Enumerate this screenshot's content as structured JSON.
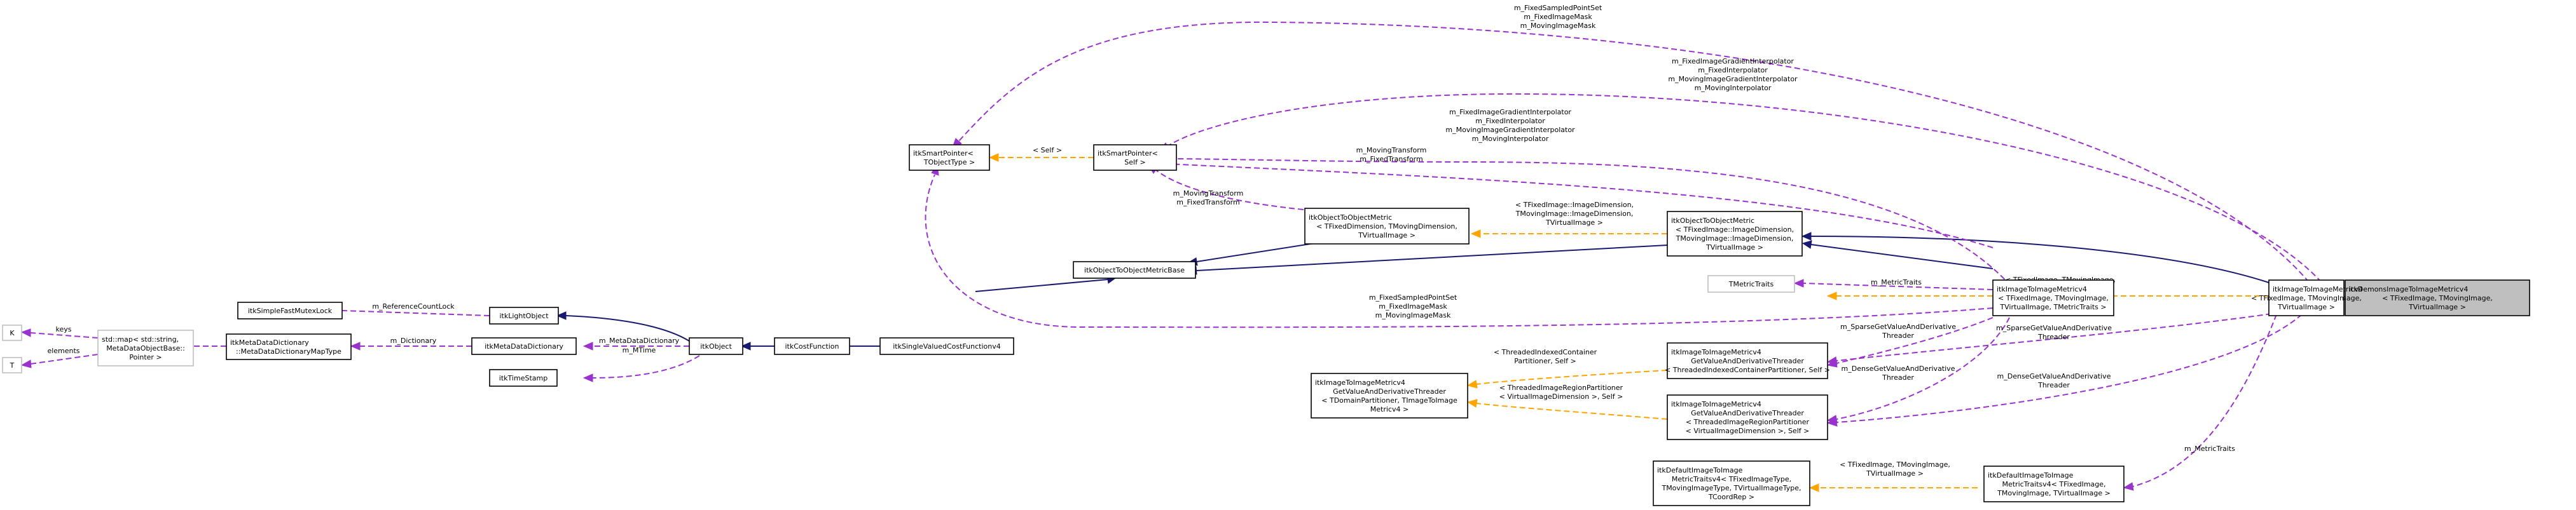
{
  "nodes": {
    "demons": [
      "itkDemonsImageToImageMetricv4",
      "< TFixedImage, TMovingImage,",
      "TVirtualImage >"
    ],
    "itiv4": [
      "itkImageToImageMetricv4",
      "< TFixedImage, TMovingImage,",
      "TVirtualImage >"
    ],
    "itiv4_traits": [
      "itkImageToImageMetricv4",
      "< TFixedImage, TMovingImage,",
      "TVirtualImage, TMetricTraits >"
    ],
    "otom_big": [
      "itkObjectToObjectMetric",
      "< TFixedImage::ImageDimension,",
      "TMovingImage::ImageDimension,",
      "TVirtualImage >"
    ],
    "otom": [
      "itkObjectToObjectMetric",
      "< TFixedDimension, TMovingDimension,",
      "TVirtualImage >"
    ],
    "otombase": [
      "itkObjectToObjectMetricBase"
    ],
    "sp_self": [
      "itkSmartPointer<",
      "Self >"
    ],
    "sp_obj": [
      "itkSmartPointer<",
      "TObjectType >"
    ],
    "svcf": [
      "itkSingleValuedCostFunctionv4"
    ],
    "costfn": [
      "itkCostFunction"
    ],
    "object": [
      "itkObject"
    ],
    "lightobj": [
      "itkLightObject"
    ],
    "mutex": [
      "itkSimpleFastMutexLock"
    ],
    "mdd": [
      "itkMetaDataDictionary"
    ],
    "timestamp": [
      "itkTimeStamp"
    ],
    "stdmap": [
      "itkMetaDataDictionary",
      "::MetaDataDictionaryMapType"
    ],
    "stdmap2": [
      "std::map< std::string,",
      "MetaDataObjectBase::",
      "Pointer >"
    ],
    "K": [
      "K"
    ],
    "T": [
      "T"
    ],
    "metrictraits": [
      "TMetricTraits"
    ],
    "sparse_t": [
      "itkImageToImageMetricv4",
      "GetValueAndDerivativeThreader",
      "< ThreadedIndexedContainerPartitioner, Self >"
    ],
    "dense_t": [
      "itkImageToImageMetricv4",
      "GetValueAndDerivativeThreader",
      "< ThreadedImageRegionPartitioner",
      "< VirtualImageDimension >, Self >"
    ],
    "generic_t": [
      "itkImageToImageMetricv4",
      "GetValueAndDerivativeThreader",
      "< TDomainPartitioner, TImageToImage",
      "Metricv4 >"
    ],
    "deftraits": [
      "itkDefaultImageToImage",
      "MetricTraitsv4< TFixedImage,",
      "TMovingImage, TVirtualImage >"
    ],
    "deftraits_g": [
      "itkDefaultImageToImage",
      "MetricTraitsv4< TFixedImageType,",
      "TMovingImageType, TVirtualImageType,",
      "TCoordRep >"
    ]
  },
  "edge_labels": {
    "fixed_sampled_top": [
      "m_FixedSampledPointSet",
      "m_FixedImageMask",
      "m_MovingImageMask"
    ],
    "interp_top": [
      "m_FixedImageGradientInterpolator",
      "m_FixedInterpolator",
      "m_MovingImageGradientInterpolator",
      "m_MovingInterpolator"
    ],
    "interp_mid": [
      "m_FixedImageGradientInterpolator",
      "m_FixedInterpolator",
      "m_MovingImageGradientInterpolator",
      "m_MovingInterpolator"
    ],
    "transform_a": [
      "m_MovingTransform",
      "m_FixedTransform"
    ],
    "transform_b": [
      "m_MovingTransform",
      "m_FixedTransform"
    ],
    "self_tpl": [
      "< Self >"
    ],
    "otom_tpl": [
      "< TFixedImage::ImageDimension,",
      "TMovingImage::ImageDimension,",
      "TVirtualImage >"
    ],
    "itiv4_tpl": [
      "< TFixedImage, TMovingImage,",
      "TVirtualImage >"
    ],
    "metric_traits_a": [
      "m_MetricTraits"
    ],
    "metric_traits_b": [
      "m_MetricTraits"
    ],
    "fixed_sampled_low": [
      "m_FixedSampledPointSet",
      "m_FixedImageMask",
      "m_MovingImageMask"
    ],
    "sparse_a": [
      "m_SparseGetValueAndDerivative",
      "Threader"
    ],
    "sparse_b": [
      "m_SparseGetValueAndDerivative",
      "Threader"
    ],
    "dense_a": [
      "m_DenseGetValueAndDerivative",
      "Threader"
    ],
    "dense_b": [
      "m_DenseGetValueAndDerivative",
      "Threader"
    ],
    "sparse_tpl": [
      "< ThreadedIndexedContainer",
      "Partitioner, Self >"
    ],
    "dense_tpl": [
      "< ThreadedImageRegionPartitioner",
      "< VirtualImageDimension >, Self >"
    ],
    "deftraits_tpl": [
      "< TFixedImage, TMovingImage,",
      "TVirtualImage >"
    ],
    "refcount": [
      "m_ReferenceCountLock"
    ],
    "dictionary": [
      "m_Dictionary"
    ],
    "metadict": [
      "m_MetaDataDictionary"
    ],
    "mtime": [
      "m_MTime"
    ],
    "keys": [
      "keys"
    ],
    "elements": [
      "elements"
    ]
  },
  "colors": {
    "inheritance": "#191970",
    "usage": "#9a32cd",
    "template": "#ffa500",
    "highlight_fill": "#bfbfbf"
  }
}
